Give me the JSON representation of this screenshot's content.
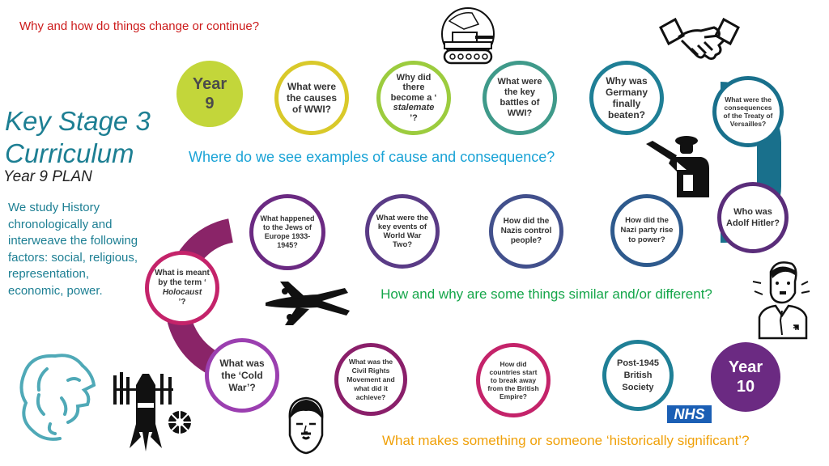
{
  "header": {
    "question": "Why and how do things change or continue?"
  },
  "title": {
    "line1": "Key Stage 3",
    "line2": "Curriculum",
    "plan": "Year 9 PLAN"
  },
  "intro": {
    "text": "We study History chronologically and interweave the following factors: social, religious, representation, economic, power."
  },
  "questions": {
    "cause": "Where do we see examples of cause and consequence?",
    "similar": "How and why are some things similar and/or different?",
    "significant": "What makes something or someone ‘historically significant’?"
  },
  "years": {
    "start": {
      "line1": "Year",
      "line2": "9"
    },
    "end": {
      "line1": "Year",
      "line2": "10"
    }
  },
  "nodes": {
    "n1": "What were the causes of WWI?",
    "n2a": "Why did there become a ‘",
    "n2b": "stalemate",
    "n2c": "’?",
    "n3": "What were the key battles of WWI?",
    "n4": "Why was Germany finally beaten?",
    "n5": "What were the consequences of the Treaty of Versailles?",
    "n6": "Who was Adolf Hitler?",
    "n7": "How did the Nazi party rise to power?",
    "n8": "How did the Nazis control people?",
    "n9": "What were the key events of World War Two?",
    "n10": "What happened to the Jews of Europe 1933-1945?",
    "n11a": "What is meant by the term ‘",
    "n11b": "Holocaust",
    "n11c": "’?",
    "n12": "What was the ‘Cold War’?",
    "n13": "What was the Civil Rights Movement and what did it achieve?",
    "n14": "How did countries start to break away from the British Empire?",
    "n15": "Post-1945 British Society"
  },
  "logo": {
    "nhs": "NHS"
  },
  "icons": [
    "tank-icon",
    "handshake-icon",
    "soldier-icon",
    "hitler-icon",
    "plane-icon",
    "lion-icon",
    "rocket-icon",
    "martin-luther-king-icon"
  ],
  "colors": {
    "year9": "#c3d63a",
    "year10": "#6b2a82",
    "teal": "#1d7f93",
    "purple": "#6b2a82",
    "magenta": "#b6237a",
    "orange": "#f0a10a"
  }
}
